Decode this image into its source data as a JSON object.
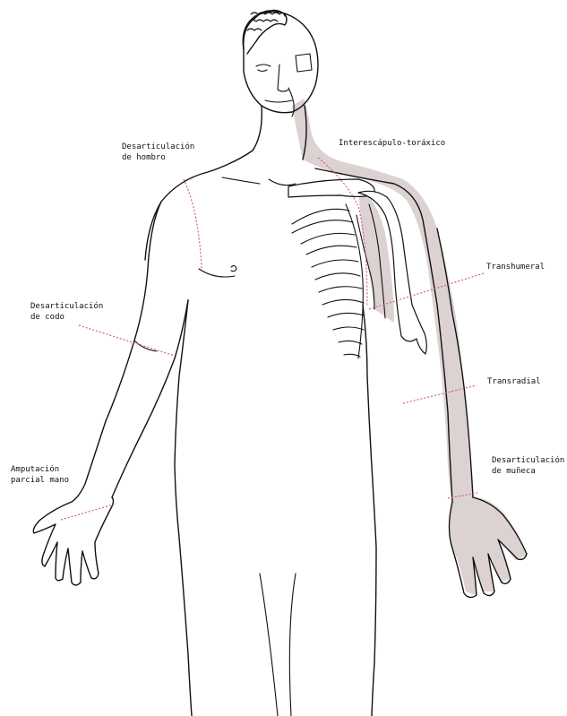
{
  "labels": {
    "desarticulacion_hombro": [
      "Desarticulación",
      "de hombro"
    ],
    "interescapulo_toracico": [
      "Interescápulo-toráxico"
    ],
    "transhumeral": [
      "Transhumeral"
    ],
    "desarticulacion_codo": [
      "Desarticulación",
      "de codo"
    ],
    "transradial": [
      "Transradial"
    ],
    "amputacion_parcial_mano": [
      "Amputación",
      "parcial mano"
    ],
    "desarticulacion_muneca": [
      "Desarticulación",
      "de muñeca"
    ]
  },
  "colors": {
    "outline": "#111111",
    "shaded_region": "#dcd2d2",
    "amputation_line": "#d4607f"
  }
}
